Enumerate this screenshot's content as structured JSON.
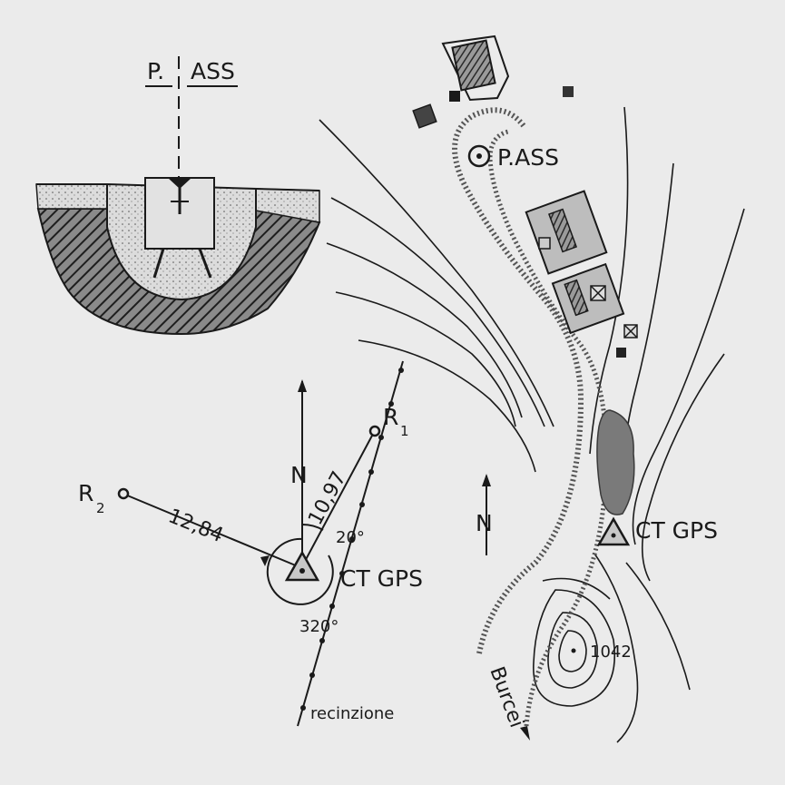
{
  "section": {
    "label_p": "P.",
    "label_ass": "ASS"
  },
  "polar": {
    "north": "N",
    "r1": "R",
    "r1_sub": "1",
    "r2": "R",
    "r2_sub": "2",
    "dist_r1": "10,97",
    "dist_r2": "12,84",
    "angle_a": "20°",
    "angle_b": "320°",
    "station": "CT GPS",
    "fence": "recinzione"
  },
  "map": {
    "point": "P.ASS",
    "north": "N",
    "station": "CT GPS",
    "elevation": "1042",
    "road": "Burcei"
  },
  "colors": {
    "background": "#ebebeb",
    "ink": "#1a1a1a",
    "concrete": "#d9d9d9",
    "building": "#bdbdbd"
  }
}
